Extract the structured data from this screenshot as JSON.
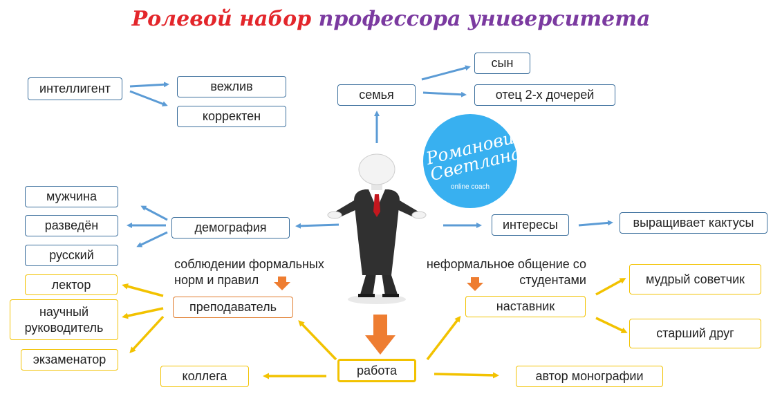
{
  "title": {
    "part1": "Ролевой набор",
    "part2": "профессора университета"
  },
  "logo": {
    "line1": "Романович",
    "line2": "Светлана",
    "subtitle": "online coach"
  },
  "nodes": {
    "intelligent": "интеллигент",
    "polite": "вежлив",
    "correct": "корректен",
    "family": "семья",
    "son": "сын",
    "father": "отец 2-х дочерей",
    "demography": "демография",
    "man": "мужчина",
    "divorced": "разведён",
    "russian": "русский",
    "interests": "интересы",
    "cactus": "выращивает кактусы",
    "lecturer": "лектор",
    "supervisor": "научный руководитель",
    "examiner": "экзаменатор",
    "teacher": "преподаватель",
    "colleague": "коллега",
    "work": "работа",
    "author": "автор монографии",
    "mentor": "наставник",
    "advisor": "мудрый советчик",
    "friend": "старший друг"
  },
  "notes": {
    "formal_line1": "соблюдении формальных",
    "formal_line2": "норм и правил",
    "informal_line1": "неформальное общение со",
    "informal_line2": "студентами"
  },
  "colors": {
    "blue_arrow": "#5b9bd5",
    "gold_arrow": "#f2c200",
    "orange_arrow": "#ee7d31",
    "logo": "#38b0f0"
  }
}
